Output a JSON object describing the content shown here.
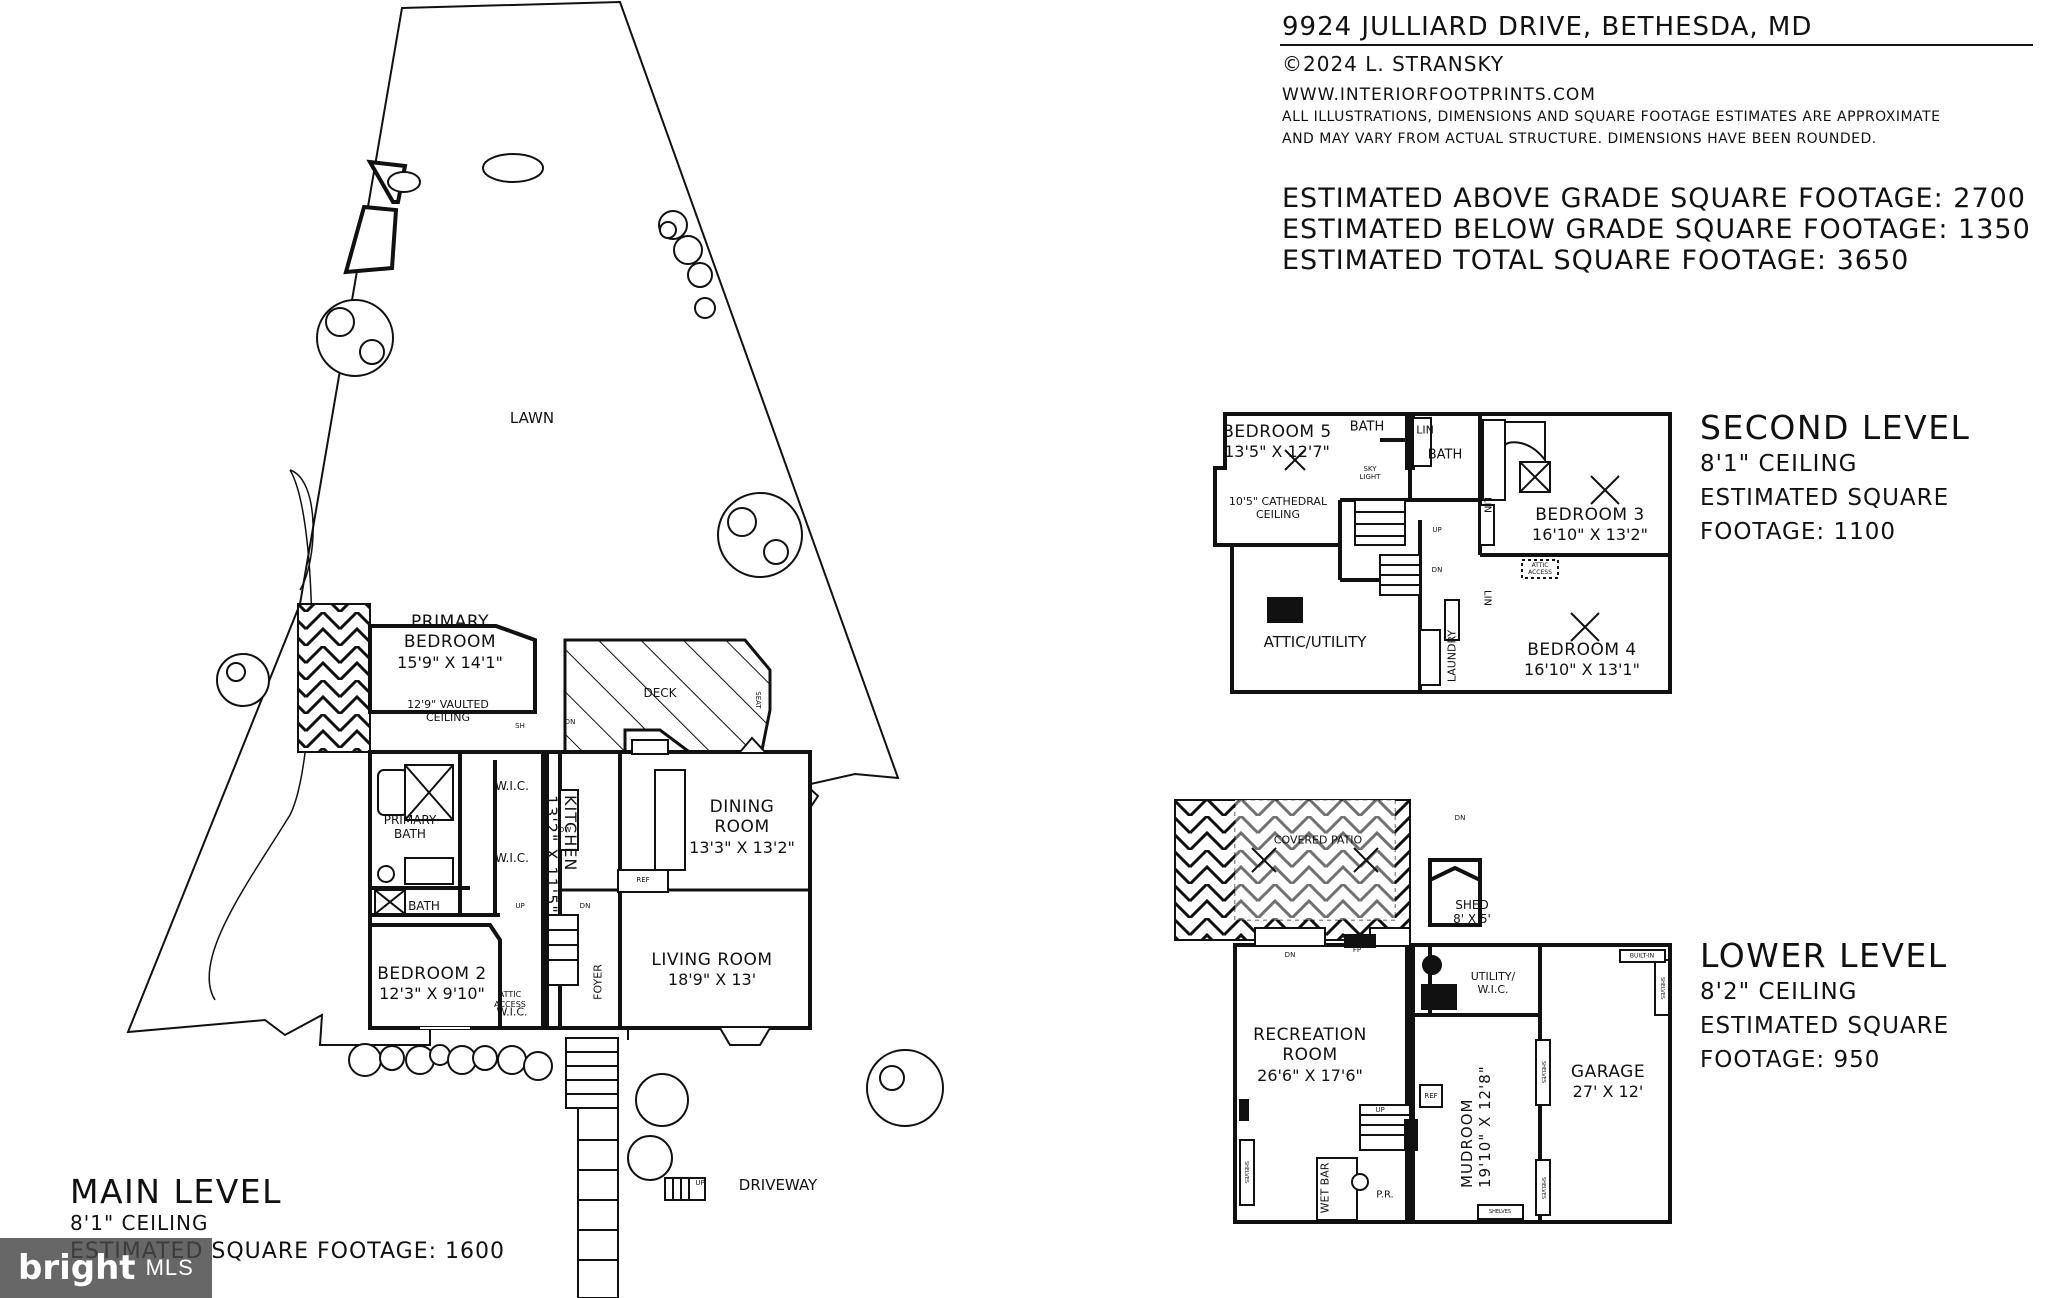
{
  "header": {
    "address": "9924 JULLIARD DRIVE, BETHESDA, MD",
    "copyright": "©2024 L. STRANSKY",
    "website": "WWW.INTERIORFOOTPRINTS.COM",
    "disclaimer_line1": "ALL ILLUSTRATIONS, DIMENSIONS AND SQUARE FOOTAGE ESTIMATES ARE APPROXIMATE",
    "disclaimer_line2": "AND MAY VARY FROM ACTUAL STRUCTURE. DIMENSIONS HAVE BEEN ROUNDED.",
    "above_grade": "ESTIMATED ABOVE GRADE SQUARE FOOTAGE: 2700",
    "below_grade": "ESTIMATED BELOW GRADE SQUARE FOOTAGE: 1350",
    "total": "ESTIMATED TOTAL SQUARE FOOTAGE:  3650"
  },
  "levels": {
    "second": {
      "title": "SECOND LEVEL",
      "ceiling": "8'1\" CEILING",
      "sqft_line1": "ESTIMATED SQUARE",
      "sqft_line2": "FOOTAGE: 1100"
    },
    "lower": {
      "title": "LOWER LEVEL",
      "ceiling": "8'2\" CEILING",
      "sqft_line1": "ESTIMATED SQUARE",
      "sqft_line2": "FOOTAGE: 950"
    },
    "main": {
      "title": "MAIN LEVEL",
      "ceiling": "8'1\" CEILING",
      "sqft": "ESTIMATED SQUARE FOOTAGE: 1600"
    }
  },
  "main_rooms": {
    "lawn": "LAWN",
    "primary_bedroom_name_1": "PRIMARY",
    "primary_bedroom_name_2": "BEDROOM",
    "primary_bedroom_dim": "15'9\" X 14'1\"",
    "primary_vaulted_1": "12'9\" VAULTED",
    "primary_vaulted_2": "CEILING",
    "primary_bath_1": "PRIMARY",
    "primary_bath_2": "BATH",
    "bath": "BATH",
    "wic": "W.I.C.",
    "bedroom2_name": "BEDROOM 2",
    "bedroom2_dim": "12'3\" X 9'10\"",
    "attic_access_1": "ATTIC",
    "attic_access_2": "ACCESS",
    "kitchen_name": "KITCHEN",
    "kitchen_dim": "13'2\" X 11'5\"",
    "deck": "DECK",
    "seat": "SEAT",
    "dining_name_1": "DINING",
    "dining_name_2": "ROOM",
    "dining_dim": "13'3\" X 13'2\"",
    "living_name": "LIVING ROOM",
    "living_dim": "18'9\" X 13'",
    "foyer": "FOYER",
    "driveway": "DRIVEWAY",
    "ref": "REF",
    "up": "UP",
    "dn": "DN",
    "sh": "SH",
    "dw": "DW"
  },
  "second_rooms": {
    "bedroom5_name": "BEDROOM 5",
    "bedroom5_dim": "13'5\" X 12'7\"",
    "cathedral_1": "10'5\" CATHEDRAL",
    "cathedral_2": "CEILING",
    "bath": "BATH",
    "sky_light_1": "SKY",
    "sky_light_2": "LIGHT",
    "lin": "LIN",
    "bedroom3_name": "BEDROOM 3",
    "bedroom3_dim": "16'10\" X 13'2\"",
    "attic_utility": "ATTIC/UTILITY",
    "attic_access_1": "ATTIC",
    "attic_access_2": "ACCESS",
    "laundry": "LAUNDRY",
    "bedroom4_name": "BEDROOM 4",
    "bedroom4_dim": "16'10\" X 13'1\"",
    "up": "UP",
    "dn": "DN"
  },
  "lower_rooms": {
    "covered_patio": "COVERED PATIO",
    "shed_name": "SHED",
    "shed_dim": "8' X 5'",
    "recreation_name_1": "RECREATION",
    "recreation_name_2": "ROOM",
    "recreation_dim": "26'6\" X 17'6\"",
    "utility_1": "UTILITY/",
    "utility_2": "W.I.C.",
    "mudroom_name": "MUDROOM",
    "mudroom_dim": "19'10\" X 12'8\"",
    "garage_name": "GARAGE",
    "garage_dim": "27' X 12'",
    "wet_bar": "WET BAR",
    "pr": "P.R.",
    "ref": "REF",
    "fp": "FP",
    "built_in": "BUILT-IN",
    "shelves": "SHELVES",
    "up": "UP",
    "dn": "DN"
  },
  "logo": {
    "brand": "bright",
    "suffix": "MLS"
  }
}
